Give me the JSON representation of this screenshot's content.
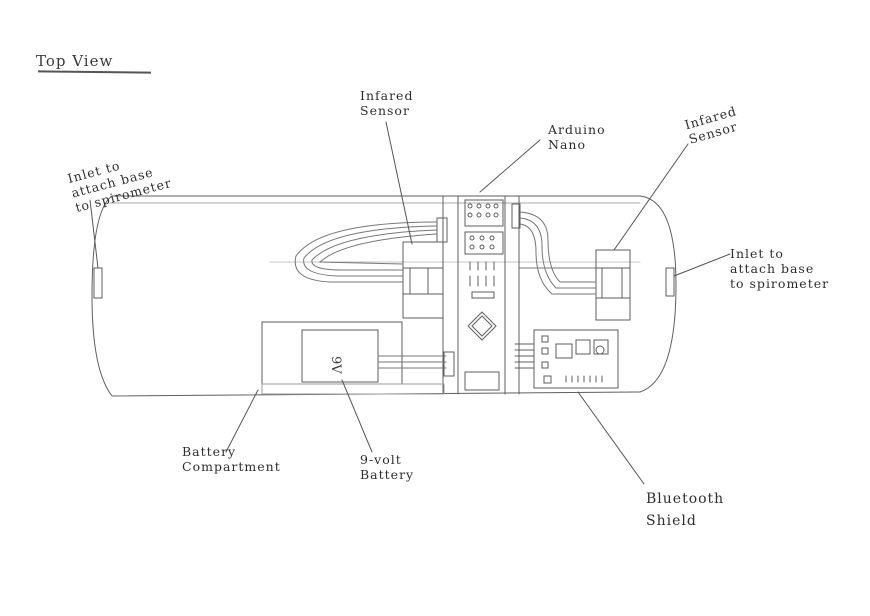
{
  "title": "Top View",
  "labels": {
    "inlet_left": "Inlet to\nattach base\nto spirometer",
    "ir_left": "Infared\nSensor",
    "arduino": "Arduino\nNano",
    "ir_right": "Infared\nSensor",
    "inlet_right": "Inlet to\nattach base\nto spirometer",
    "battery_compartment": "Battery\nCompartment",
    "nine_volt": "9-volt\nBattery",
    "battery_mark": "9V",
    "bluetooth": "Bluetooth\nShield"
  },
  "colors": {
    "pencil": "#5a5a5a",
    "pencil_light": "#9a9a9a",
    "paper": "#ffffff"
  }
}
